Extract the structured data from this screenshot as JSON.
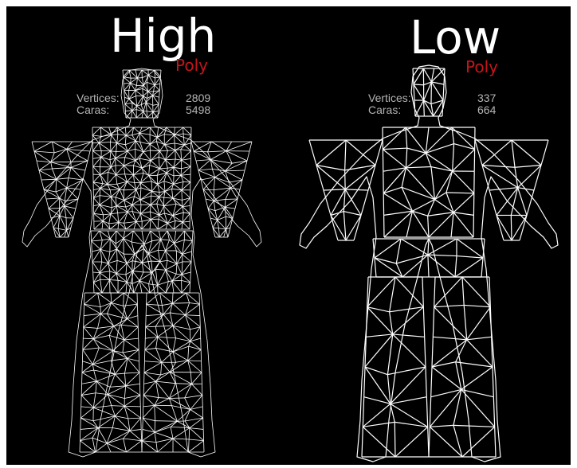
{
  "colors": {
    "background": "#000000",
    "title": "#ffffff",
    "accent": "#c4161c",
    "stats": "#b4b4b4",
    "wire": "#ffffff"
  },
  "panels": [
    {
      "title": "High",
      "subtitle": "Poly",
      "vertices_label": "Vertices:",
      "vertices": "2809",
      "faces_label": "Caras:",
      "faces": "5498",
      "density": "high"
    },
    {
      "title": "Low",
      "subtitle": "Poly",
      "vertices_label": "Vertices:",
      "vertices": "337",
      "faces_label": "Caras:",
      "faces": "664",
      "density": "low"
    }
  ]
}
